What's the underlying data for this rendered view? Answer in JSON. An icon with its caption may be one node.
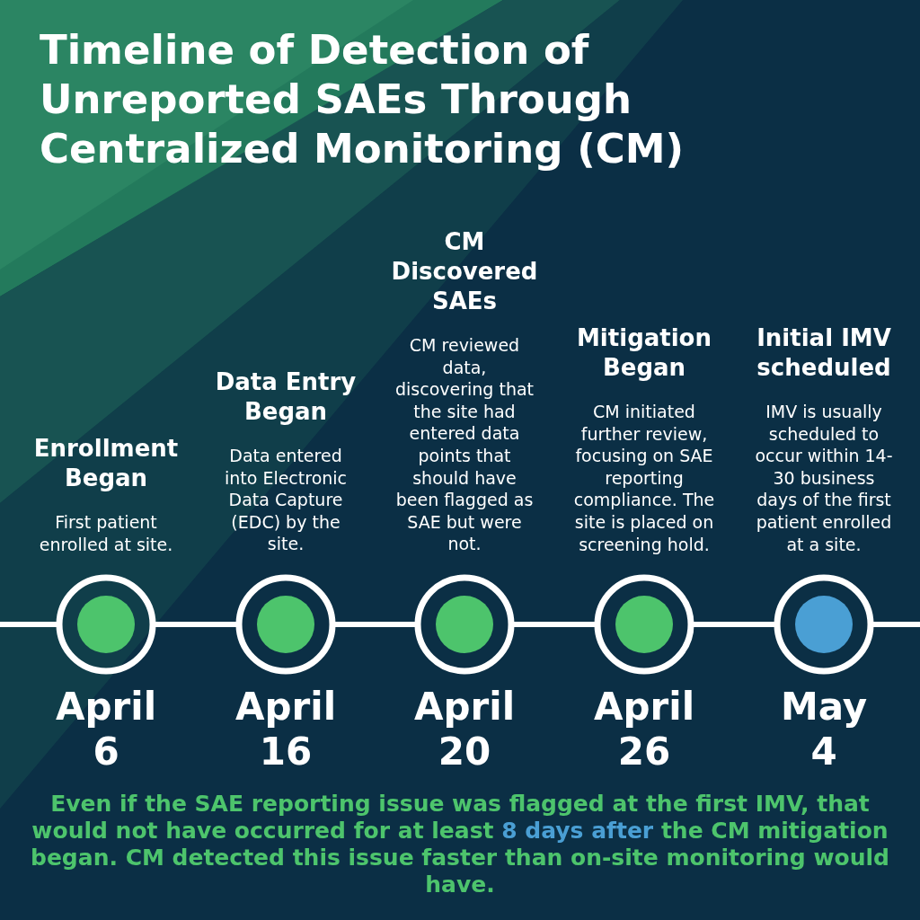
{
  "diagram": {
    "title": "Timeline of Detection of Unreported SAEs Through Centralized Monitoring (CM)",
    "caption": "Even if the SAE reporting issue was flagged at the first IMV, that would not have occurred for at least *8 days after* the CM mitigation began. CM detected this issue faster than on-site monitoring would have.",
    "nodes": [
      {
        "text": [],
        "shape": "circle",
        "beside": [
          "Enrollment Began",
          "First patient enrolled at site.",
          "April 6"
        ]
      },
      {
        "text": [],
        "shape": "circle",
        "beside": [
          "Data Entry Began",
          "Data entered into Electronic Data Capture (EDC) by the site.",
          "April 16"
        ]
      },
      {
        "text": [],
        "shape": "circle",
        "beside": [
          "CM Discovered SAEs",
          "CM reviewed data, discovering that the site had entered data points that should have been flagged as SAE but were not.",
          "April 20"
        ]
      },
      {
        "text": [],
        "shape": "circle",
        "beside": [
          "Mitigation Began",
          "CM initiated further review, focusing on SAE reporting compliance. The site is placed on screening hold.",
          "April 26"
        ]
      },
      {
        "text": [],
        "shape": "circle",
        "beside": [
          "Initial IMV scheduled",
          "IMV is usually scheduled to occur within 14-30 business days of the first patient enrolled at a site.",
          "May 4"
        ]
      }
    ],
    "edges": [
      {
        "from": null,
        "to": 0,
        "arrow": "none"
      },
      {
        "from": 0,
        "to": 1,
        "arrow": "none"
      },
      {
        "from": 1,
        "to": 2,
        "arrow": "none"
      },
      {
        "from": 2,
        "to": 3,
        "arrow": "none"
      },
      {
        "from": 3,
        "to": 4,
        "arrow": "none"
      },
      {
        "from": 4,
        "to": null,
        "arrow": "none"
      }
    ]
  }
}
